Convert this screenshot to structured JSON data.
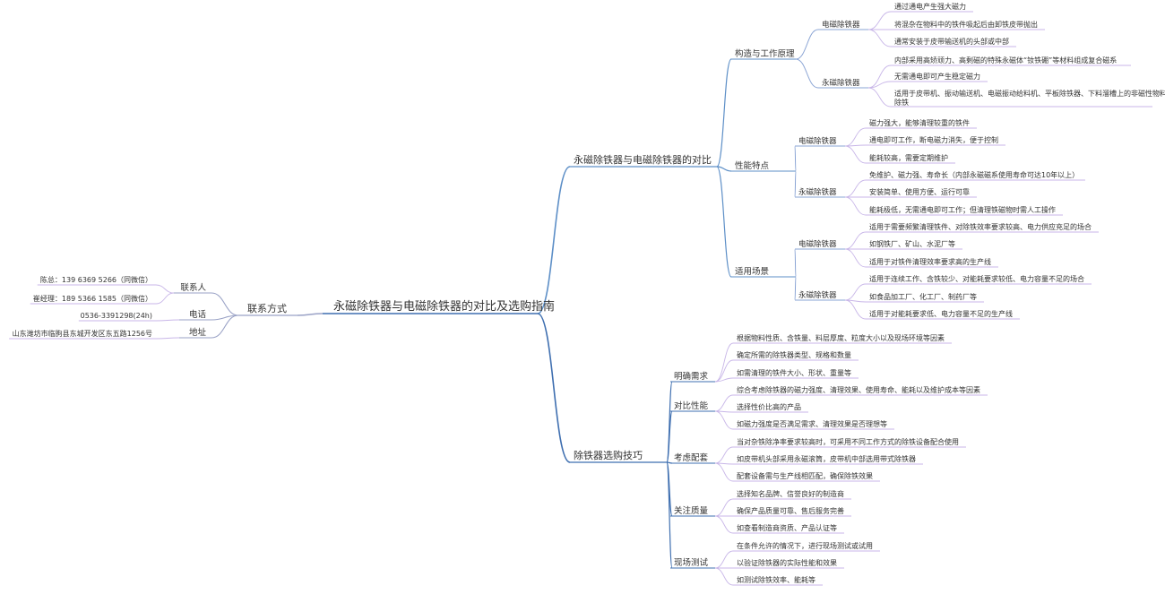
{
  "root": "永磁除铁器与电磁除铁器的对比及选购指南",
  "colors": {
    "left_branch": "#9aa2c6",
    "right_top_branch": "#5d8fc7",
    "right_bottom_branch": "#3f6fb0",
    "leaf_line": "#c8b6e8"
  },
  "right": [
    {
      "label": "永磁除铁器与电磁除铁器的对比",
      "children": [
        {
          "label": "构造与工作原理",
          "children": [
            {
              "label": "电磁除铁器",
              "leaves": [
                "通过通电产生强大磁力",
                "将混杂在物料中的铁件吸起后由卸铁皮带抛出",
                "通常安装于皮带输送机的头部或中部"
              ]
            },
            {
              "label": "永磁除铁器",
              "leaves": [
                "内部采用高矫顽力、高剩磁的特殊永磁体“钕铁硼”等材料组成复合磁系",
                "无需通电即可产生稳定磁力",
                "适用于皮带机、振动输送机、电磁振动给料机、平板除铁器、下料溜槽上的非磁性物料中除铁"
              ]
            }
          ]
        },
        {
          "label": "性能特点",
          "children": [
            {
              "label": "电磁除铁器",
              "leaves": [
                "磁力强大，能够清理较重的铁件",
                "通电即可工作，断电磁力消失，便于控制",
                "能耗较高，需要定期维护"
              ]
            },
            {
              "label": "永磁除铁器",
              "leaves": [
                "免维护、磁力强、寿命长（内部永磁磁系使用寿命可达10年以上）",
                "安装简单、使用方便、运行可靠",
                "能耗极低，无需通电即可工作；但清理铁磁物时需人工操作"
              ]
            }
          ]
        },
        {
          "label": "适用场景",
          "children": [
            {
              "label": "电磁除铁器",
              "leaves": [
                "适用于需要频繁清理铁件、对除铁效率要求较高、电力供应充足的场合",
                "如钢铁厂、矿山、水泥厂等",
                "适用于对铁件清理效率要求高的生产线"
              ]
            },
            {
              "label": "永磁除铁器",
              "leaves": [
                "适用于连续工作、含铁较少、对能耗要求较低、电力容量不足的场合",
                "如食品加工厂、化工厂、制药厂等",
                "适用于对能耗要求低、电力容量不足的生产线"
              ]
            }
          ]
        }
      ]
    },
    {
      "label": "除铁器选购技巧",
      "children": [
        {
          "label": "明确需求",
          "leaves": [
            "根据物料性质、含铁量、料层厚度、粒度大小以及现场环境等因素",
            "确定所需的除铁器类型、规格和数量",
            "如需清理的铁件大小、形状、重量等"
          ]
        },
        {
          "label": "对比性能",
          "leaves": [
            "综合考虑除铁器的磁力强度、清理效果、使用寿命、能耗以及维护成本等因素",
            "选择性价比高的产品",
            "如磁力强度是否满足需求、清理效果是否理想等"
          ]
        },
        {
          "label": "考虑配套",
          "leaves": [
            "当对杂铁除净率要求较高时，可采用不同工作方式的除铁设备配合使用",
            "如皮带机头部采用永磁滚筒，皮带机中部选用带式除铁器",
            "配套设备需与生产线相匹配，确保除铁效果"
          ]
        },
        {
          "label": "关注质量",
          "leaves": [
            "选择知名品牌、信誉良好的制造商",
            "确保产品质量可靠、售后服务完善",
            "如查看制造商资质、产品认证等"
          ]
        },
        {
          "label": "现场测试",
          "leaves": [
            "在条件允许的情况下，进行现场测试或试用",
            "以验证除铁器的实际性能和效果",
            "如测试除铁效率、能耗等"
          ]
        }
      ]
    }
  ],
  "left": {
    "label": "联系方式",
    "children": [
      {
        "label": "联系人",
        "leaves": [
          "陈总：139 6369 5266（同微信）",
          "崔经理：189 5366 1585（同微信）"
        ]
      },
      {
        "label": "电话",
        "leaves": [
          "0536-3391298(24h)"
        ]
      },
      {
        "label": "地址",
        "leaves": [
          "山东潍坊市临朐县东城开发区东五路1256号"
        ]
      }
    ]
  }
}
